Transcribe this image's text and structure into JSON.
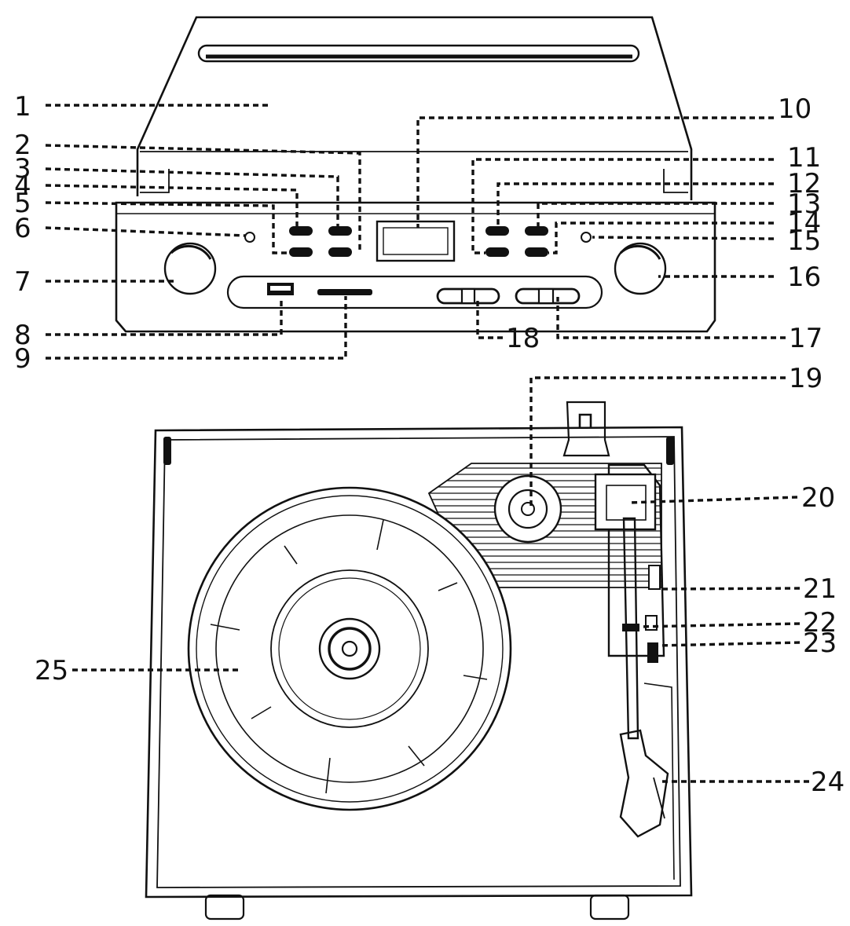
{
  "colors": {
    "line": "#111111",
    "background": "#ffffff"
  },
  "callouts": {
    "n1": "1",
    "n2": "2",
    "n3": "3",
    "n4": "4",
    "n5": "5",
    "n6": "6",
    "n7": "7",
    "n8": "8",
    "n9": "9",
    "n10": "10",
    "n11": "11",
    "n12": "12",
    "n13": "13",
    "n14": "14",
    "n15": "15",
    "n16": "16",
    "n17": "17",
    "n18": "18",
    "n19": "19",
    "n20": "20",
    "n21": "21",
    "n22": "22",
    "n23": "23",
    "n24": "24",
    "n25": "25"
  }
}
